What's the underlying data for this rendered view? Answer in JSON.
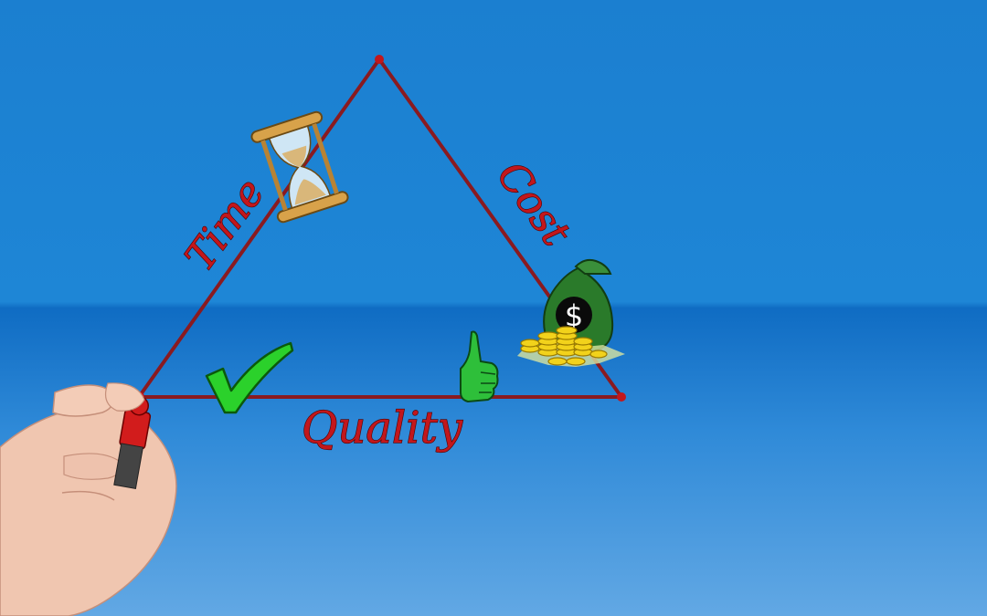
{
  "diagram": {
    "labels": {
      "time": "Time",
      "cost": "Cost",
      "quality": "Quality",
      "dollar": "$"
    },
    "colors": {
      "edge": "#8a1a20",
      "label": "#c2171c",
      "check": "#2bd12b",
      "thumb": "#2ebf3a",
      "bag": "#2a7a2a",
      "coin": "#f2d21b",
      "hourglass_frame": "#d8a24a",
      "marker_cap": "#d21c1c"
    },
    "icons": [
      "hourglass-icon",
      "money-bag-icon",
      "coins-icon",
      "checkmark-icon",
      "thumbs-up-icon"
    ]
  }
}
